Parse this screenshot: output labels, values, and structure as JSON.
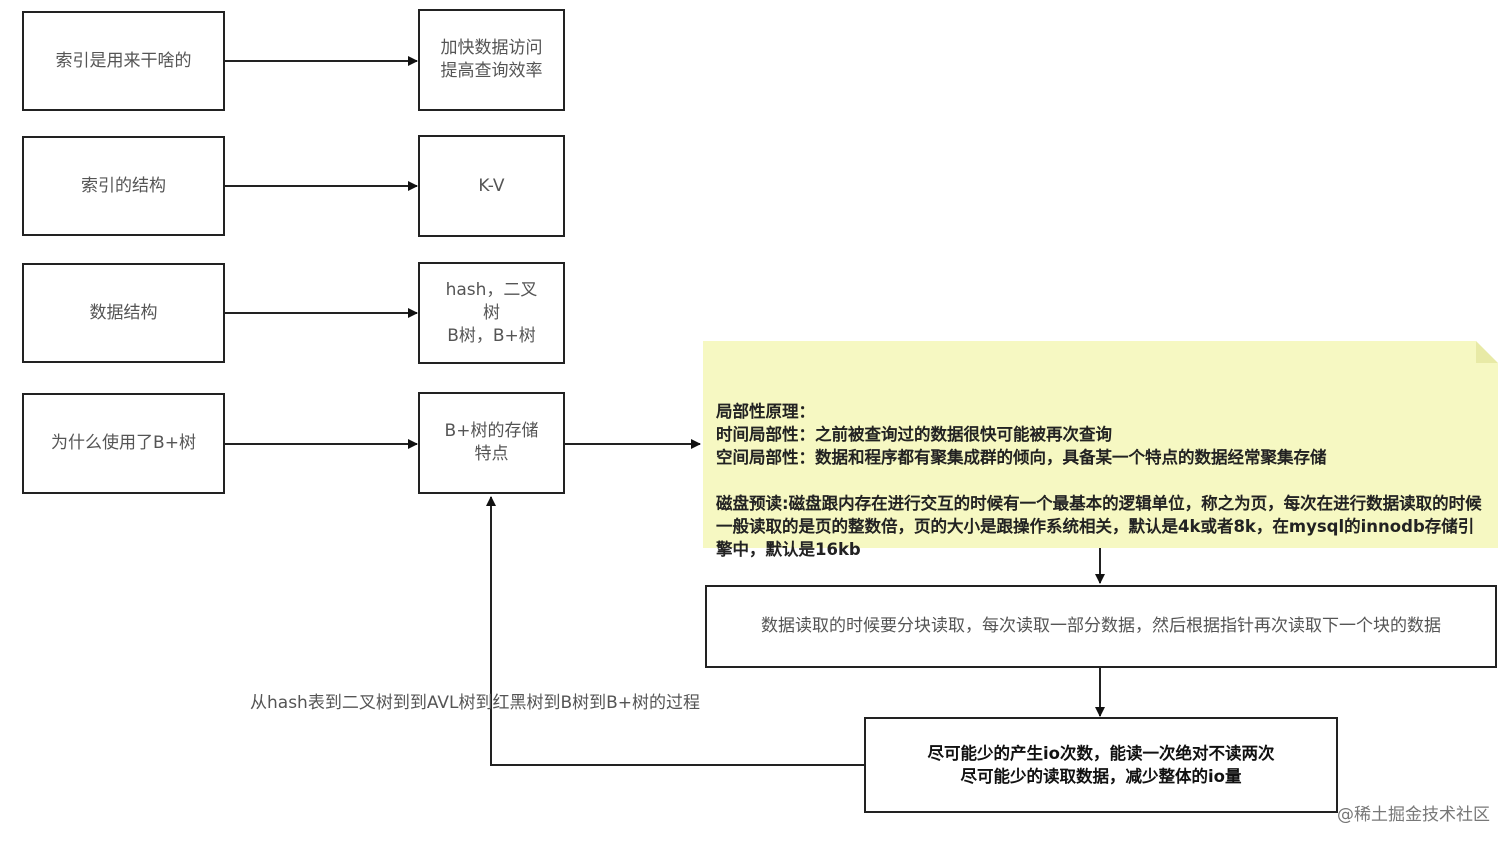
{
  "left_boxes": [
    {
      "label": "索引是用来干啥的"
    },
    {
      "label": "索引的结构"
    },
    {
      "label": "数据结构"
    },
    {
      "label": "为什么使用了B+树"
    }
  ],
  "right_boxes": [
    {
      "label": "加快数据访问\n提高查询效率"
    },
    {
      "label": "K-V"
    },
    {
      "label": "hash，二叉\n树\nB树，B+树"
    },
    {
      "label": "B+树的存储\n特点"
    }
  ],
  "note": {
    "text": "局部性原理：\n时间局部性：之前被查询过的数据很快可能被再次查询\n空间局部性：数据和程序都有聚集成群的倾向，具备某一个特点的数据经常聚集存储\n\n磁盘预读:磁盘跟内存在进行交互的时候有一个最基本的逻辑单位，称之为页，每次在进行数据读取的时候一般读取的是页的整数倍，页的大小是跟操作系统相关，默认是4k或者8k，在mysql的innodb存储引擎中，默认是16kb"
  },
  "read_box": {
    "text": "数据读取的时候要分块读取，每次读取一部分数据，然后根据指针再次读取下一个块的数据"
  },
  "io_box": {
    "text": "尽可能少的产生io次数，能读一次绝对不读两次\n尽可能少的读取数据，减少整体的io量"
  },
  "caption": "从hash表到二叉树到到AVL树到红黑树到B树到B+树的过程",
  "watermark": "@稀土掘金技术社区"
}
